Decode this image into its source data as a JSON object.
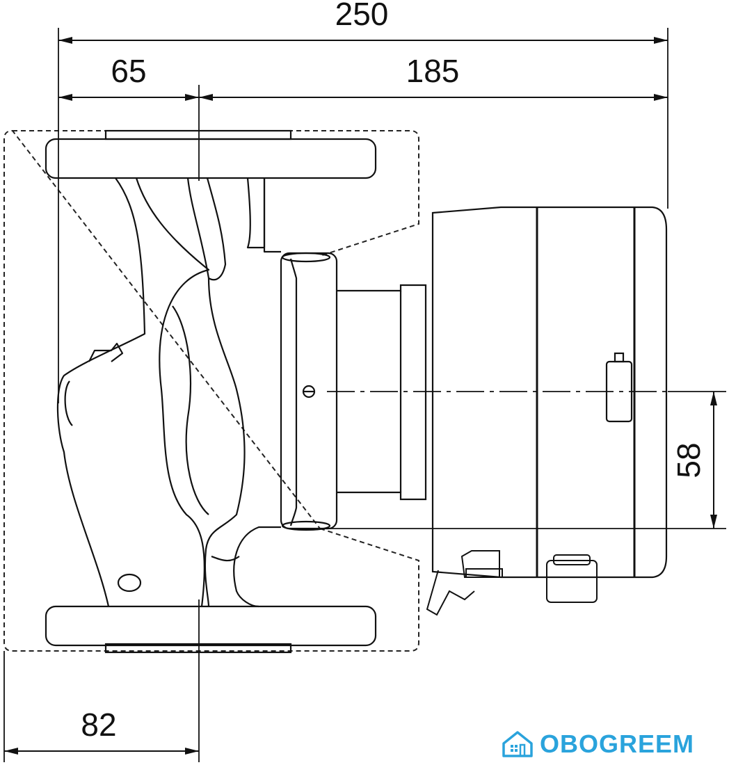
{
  "dimensions": {
    "overall_width": "250",
    "inlet_offset": "65",
    "motor_length": "185",
    "flange_offset": "82",
    "axis_offset": "58"
  },
  "watermark": {
    "brand": "OBOGREEM",
    "icon": "house-icon",
    "color": "#2aa3dc"
  }
}
